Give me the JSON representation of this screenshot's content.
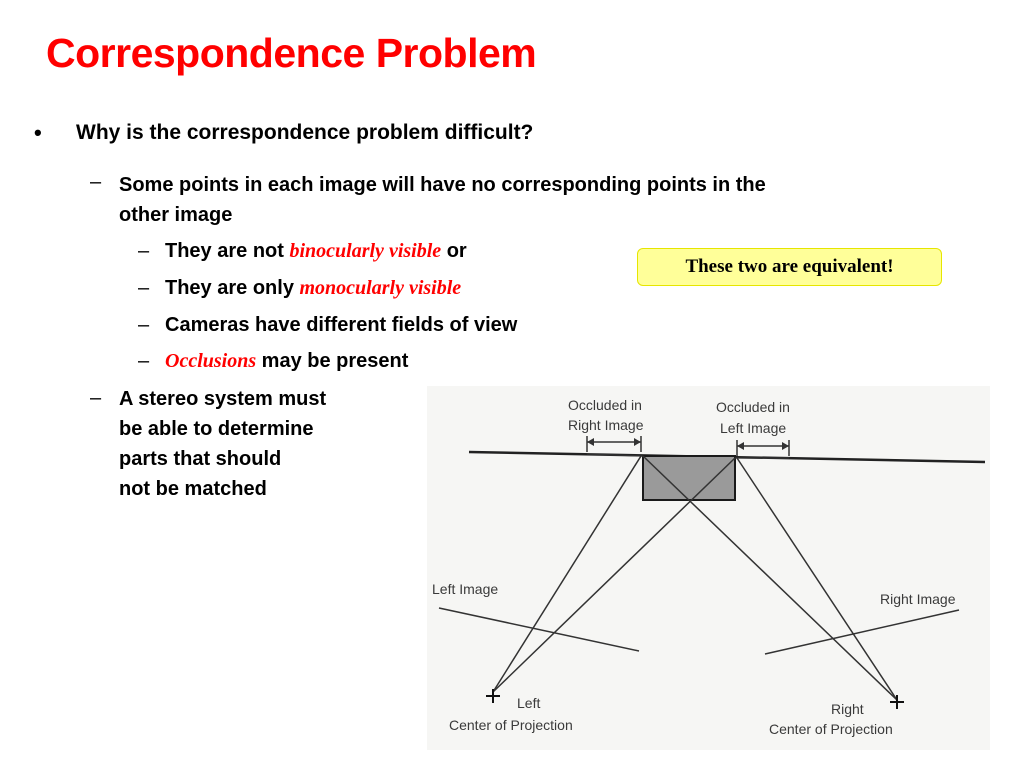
{
  "slide": {
    "title": "Correspondence Problem"
  },
  "bullets": {
    "main": "Why is the correspondence problem difficult?",
    "sub1": {
      "line1": "Some points in each image will have no corresponding points in the",
      "line2": "other image"
    },
    "sub1_items": [
      {
        "before": "They are not ",
        "em": "binocularly visible",
        "after": " or"
      },
      {
        "before": "They are only ",
        "em": "monocularly visible",
        "after": ""
      },
      {
        "text": "Cameras have different fields of view"
      },
      {
        "em": "Occlusions",
        "after": " may be present"
      }
    ],
    "sub2": {
      "line1": "A stereo system must",
      "line2": "be able to determine",
      "line3": "parts that should",
      "line4": "not be matched"
    }
  },
  "callout": {
    "text": "These two are equivalent!"
  },
  "figure": {
    "occluded_right_line1": "Occluded in",
    "occluded_right_line2": "Right Image",
    "occluded_left_line1": "Occluded in",
    "occluded_left_line2": "Left Image",
    "left_image": "Left Image",
    "right_image": "Right Image",
    "left_cop_line1": "Left",
    "left_cop_line2": "Center of Projection",
    "right_cop_line1": "Right",
    "right_cop_line2": "Center of Projection"
  },
  "colors": {
    "title": "#ff0000",
    "emphasis": "#ff0000",
    "callout_bg": "#ffff99"
  }
}
